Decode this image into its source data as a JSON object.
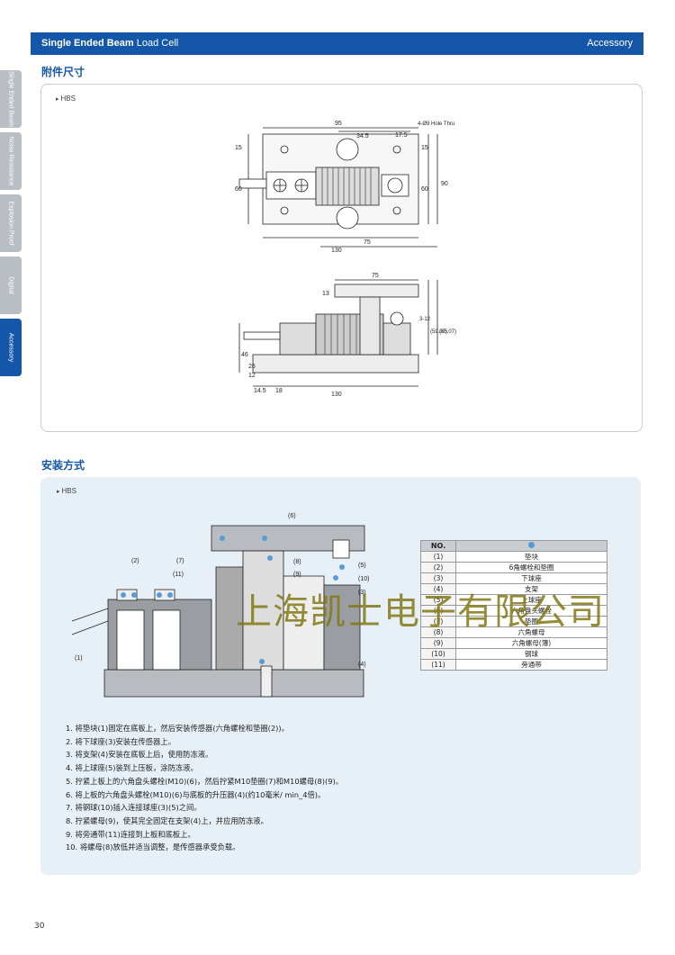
{
  "header": {
    "title_bold": "Single Ended Beam",
    "title_rest": " Load Cell",
    "right": "Accessory"
  },
  "side_tabs": [
    "Single Ended Beam",
    "Noise Resistance",
    "Explosion Proof",
    "Digital",
    "Accessory"
  ],
  "section1": {
    "title": "附件尺寸",
    "tag": "HBS"
  },
  "section2": {
    "title": "安装方式",
    "tag": "HBS"
  },
  "drawing_top": {
    "dims": [
      "95",
      "34.5",
      "17.5",
      "4-Ø9 Hole Thru",
      "15",
      "60",
      "15",
      "60",
      "90",
      "130",
      "75"
    ]
  },
  "drawing_side": {
    "dims": [
      "75",
      "13",
      "(59.07)",
      "(65.07)",
      "3-12",
      "46",
      "26",
      "12",
      "14.5",
      "18",
      "130"
    ]
  },
  "install_callouts": [
    "(6)",
    "(2)",
    "(7)",
    "(11)",
    "(8)",
    "(9)",
    "(5)",
    "(10)",
    "(3)",
    "(1)",
    "(4)"
  ],
  "parts_table": {
    "header_no": "NO.",
    "rows": [
      {
        "no": "(1)",
        "name": "垫块"
      },
      {
        "no": "(2)",
        "name": "6角螺栓和垫圈"
      },
      {
        "no": "(3)",
        "name": "下球座"
      },
      {
        "no": "(4)",
        "name": "支架"
      },
      {
        "no": "(5)",
        "name": "上球座"
      },
      {
        "no": "(6)",
        "name": "六角盘头螺栓"
      },
      {
        "no": "(7)",
        "name": "垫圈"
      },
      {
        "no": "(8)",
        "name": "六角螺母"
      },
      {
        "no": "(9)",
        "name": "六角螺母(薄)"
      },
      {
        "no": "(10)",
        "name": "钢球"
      },
      {
        "no": "(11)",
        "name": "旁通带"
      }
    ]
  },
  "watermark": "上海凯士电子有限公司",
  "steps": [
    "1. 将垫块(1)固定在底板上，然后安装传感器(六角螺栓和垫圈(2))。",
    "2. 将下球座(3)安装在传感器上。",
    "3. 将支架(4)安装在底板上后，使用防冻液。",
    "4. 将上球座(5)装到上压板，涂防冻液。",
    "5. 拧紧上板上的六角盘头螺栓(M10)(6)，然后拧紧M10垫圈(7)和M10螺母(8)(9)。",
    "6. 将上板的六角盘头螺栓(M10)(6)与底板的升压器(4)(约10毫米/ min_4倍)。",
    "7. 将钢球(10)插入连接球座(3)(5)之间。",
    "8. 拧紧螺母(9)，使其完全固定在支架(4)上，并应用防冻液。",
    "9. 将旁通带(11)连接到上板和底板上。",
    "10. 将螺母(8)放低并适当调整，是传感器承受负载。"
  ],
  "page_number": "30"
}
